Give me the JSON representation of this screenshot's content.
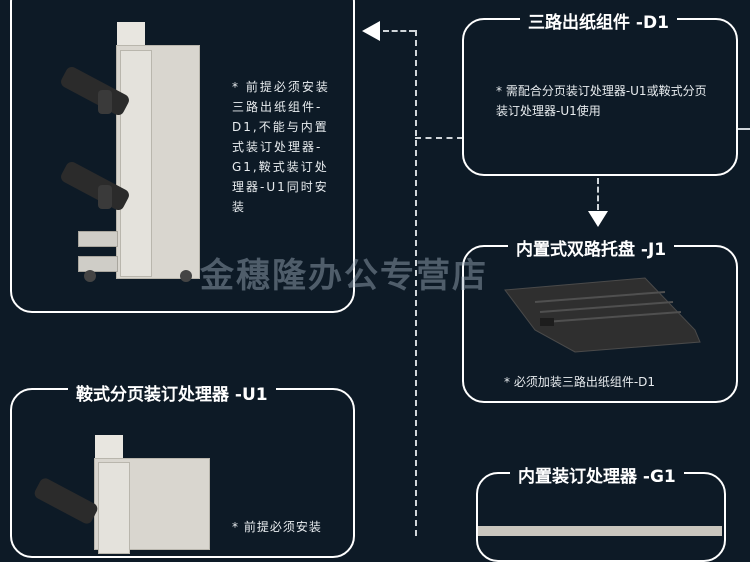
{
  "panels": {
    "top_left": {
      "note": "* 前提必须安装三路出纸组件-D1,不能与内置式装订处理器-G1,鞍式装订处理器-U1同时安装"
    },
    "d1": {
      "title": "三路出纸组件 -D1",
      "note": "* 需配合分页装订处理器-U1或鞍式分页装订处理器-U1使用"
    },
    "j1": {
      "title": "内置式双路托盘 -J1",
      "note": "* 必须加装三路出纸组件-D1"
    },
    "u1": {
      "title": "鞍式分页装订处理器 -U1",
      "note": "* 前提必须安装"
    },
    "g1": {
      "title": "内置装订处理器 -G1"
    }
  },
  "watermark": "金穗隆办公专营店",
  "colors": {
    "background": "#0d1a26",
    "border": "#ffffff",
    "machine": "#d9d6cf"
  }
}
